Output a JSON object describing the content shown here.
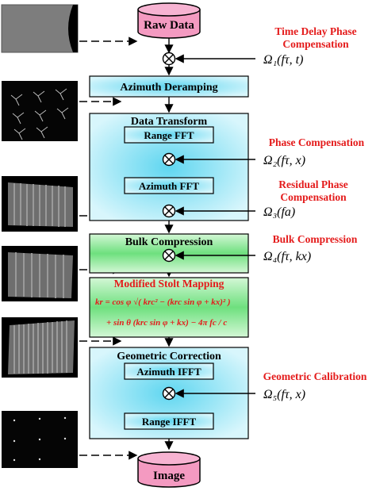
{
  "raw_data_label": "Raw Data",
  "image_label": "Image",
  "steps": {
    "azimuth_deramping": "Azimuth Deramping",
    "data_transform": "Data Transform",
    "range_fft": "Range FFT",
    "azimuth_fft": "Azimuth FFT",
    "bulk_compression": "Bulk Compression",
    "modified_stolt": "Modified Stolt Mapping",
    "geometric_correction": "Geometric Correction",
    "azimuth_ifft": "Azimuth IFFT",
    "range_ifft": "Range IFFT"
  },
  "annotations": {
    "time_delay_1": "Time Delay Phase",
    "time_delay_2": "Compensation",
    "phase_comp": "Phase Compensation",
    "residual_1": "Residual Phase",
    "residual_2": "Compensation",
    "bulk_comp": "Bulk  Compression",
    "geo_calib": "Geometric Calibration"
  },
  "functions": {
    "omega1": "Ω₁(fτ, t)",
    "omega2": "Ω₂(fτ, x)",
    "omega3": "Ω₃(fa)",
    "omega4": "Ω₄(fτ, kx)",
    "omega5": "Ω₅(fτ, x)"
  },
  "formula": {
    "line1": "kr = cos φ √( krc² − (krc sin φ + kx)² )",
    "line2": "+ sin θ (krc sin φ + kx) − 4π fc / c"
  },
  "colors": {
    "cylinder_fill": "#f49ac1",
    "cyan_box": "#b3ecf6",
    "green_box": "#9ae8a4",
    "annotation_red": "#e41b1b",
    "formula_red": "#e41b1b"
  }
}
